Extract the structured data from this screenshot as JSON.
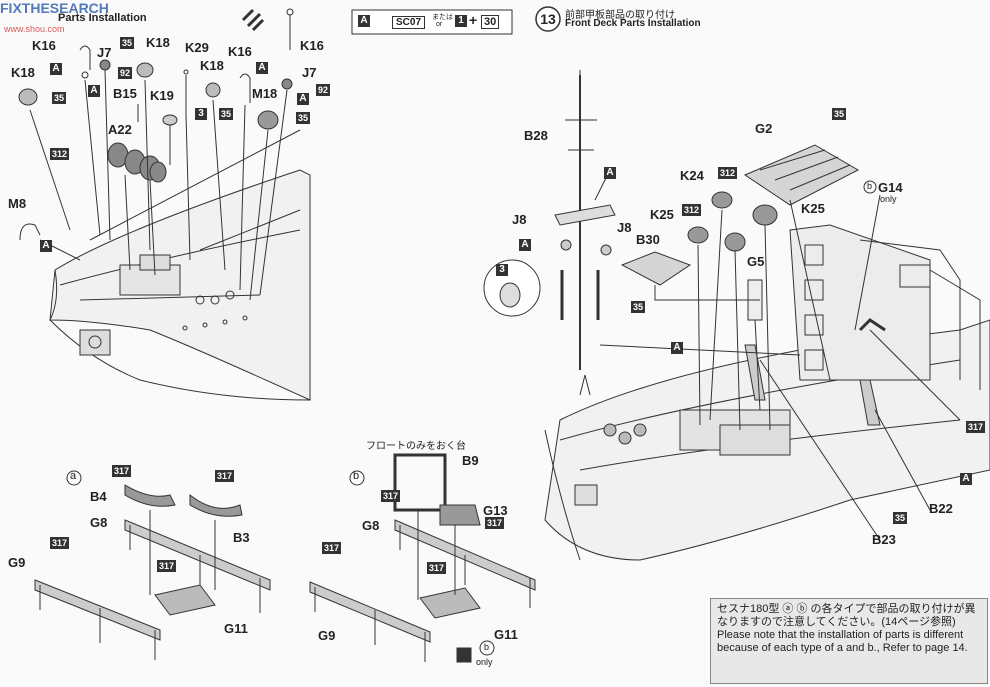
{
  "header": {
    "left_title": "Parts Installation",
    "watermark": "FIXTHESEARCH",
    "watermark_url": "www.shou.com",
    "combo_box": "A",
    "combo_sc": "SC07",
    "combo_or_jp": "または",
    "combo_or_en": "or",
    "combo_one": "1",
    "combo_plus": "+",
    "combo_thirty": "30",
    "step_number": "13",
    "step_title_jp": "前部甲板部品の取り付け",
    "step_title_en": "Front Deck Parts Installation"
  },
  "left_parts": {
    "k16a": "K16",
    "a1": "A",
    "j7a": "J7",
    "b92a": "92",
    "k18a": "K18",
    "b35a": "35",
    "k18b": "K18",
    "b35b": "35",
    "a2": "A",
    "b15": "B15",
    "k29": "K29",
    "k18c": "K18",
    "k16b": "K16",
    "a3": "A",
    "k19": "K19",
    "b3": "3",
    "b35c": "35",
    "m18": "M18",
    "b35d": "35",
    "j7b": "J7",
    "a4": "A",
    "b92b": "92",
    "a22": "A22",
    "b312": "312",
    "m8": "M8",
    "a5": "A",
    "k16top": "K16"
  },
  "right_parts": {
    "b28": "B28",
    "a6": "A",
    "g2": "G2",
    "b35e": "35",
    "k24": "K24",
    "b312b": "312",
    "g14": "G14",
    "b_only": "b",
    "only": "only",
    "k25a": "K25",
    "b312c": "312",
    "k25b": "K25",
    "j8a": "J8",
    "a7": "A",
    "j8b": "J8",
    "b30": "B30",
    "g5": "G5",
    "b3b": "3",
    "b35f": "35",
    "a8": "A",
    "b317a": "317",
    "a9": "A",
    "b22": "B22",
    "b35g": "35",
    "b23": "B23"
  },
  "sub_a": {
    "tag": "a",
    "b317a": "317",
    "b4": "B4",
    "b317b": "317",
    "b3": "B3",
    "g8": "G8",
    "b317c": "317",
    "g9": "G9",
    "b317d": "317",
    "g11": "G11"
  },
  "sub_b": {
    "caption": "フロートのみをおく台",
    "tag": "b",
    "b9": "B9",
    "b317a": "317",
    "g13": "G13",
    "b317b": "317",
    "g8": "G8",
    "b317c": "317",
    "b317d": "317",
    "g9": "G9",
    "g11": "G11",
    "b_only": "b",
    "only": "only"
  },
  "note": {
    "jp": "セスナ180型 ⓐ ⓑ の各タイプで部品の取り付けが異なりますので注意してください。(14ページ参照)",
    "en": "Please note that the installation of parts is different because of each type of a and b., Refer to page 14."
  }
}
